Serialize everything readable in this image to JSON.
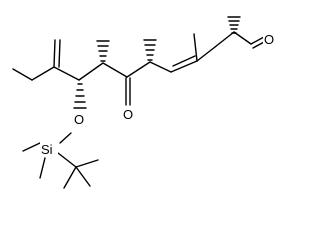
{
  "atom_labels": {
    "aldehyde_oxygen": "O",
    "ketone_oxygen": "O",
    "ether_oxygen": "O",
    "silicon": "Si"
  },
  "colors": {
    "ink": "#000000",
    "background": "#ffffff"
  }
}
